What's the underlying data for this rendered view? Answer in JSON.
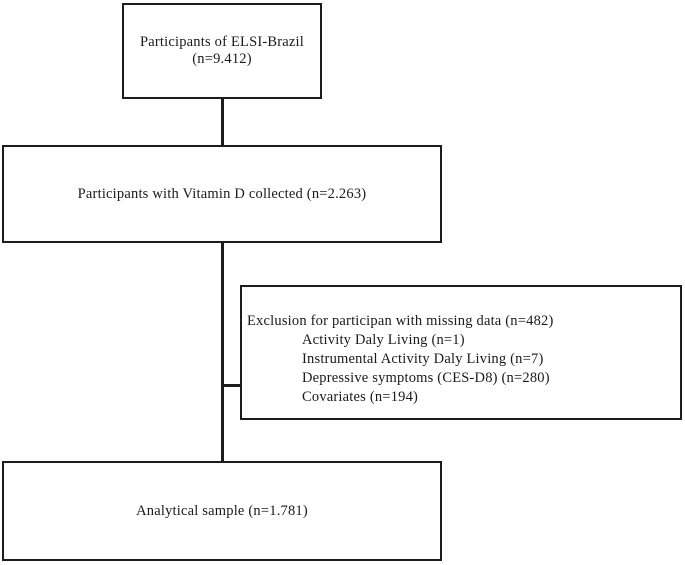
{
  "diagram": {
    "type": "participant-flow-chart",
    "nodes": {
      "source": {
        "label": "Participants  of ELSI-Brazil\n(n=9.412)",
        "count": "9.412"
      },
      "vitamin_d": {
        "label": "Participants  with Vitamin D collected (n=2.263)",
        "count": "2.263"
      },
      "exclusion": {
        "heading": "Exclusion for participan with missing data (n=482)",
        "count": "482",
        "items": [
          "Activity Daly Living (n=1)",
          "Instrumental Activity Daly Living (n=7)",
          "Depressive symptoms (CES-D8) (n=280)",
          "Covariates (n=194)"
        ]
      },
      "analytical": {
        "label": "Analytical sample (n=1.781)",
        "count": "1.781"
      }
    },
    "colors": {
      "stroke": "#1c1c1c",
      "fill": "#ffffff",
      "text": "#1a1a1a"
    }
  }
}
